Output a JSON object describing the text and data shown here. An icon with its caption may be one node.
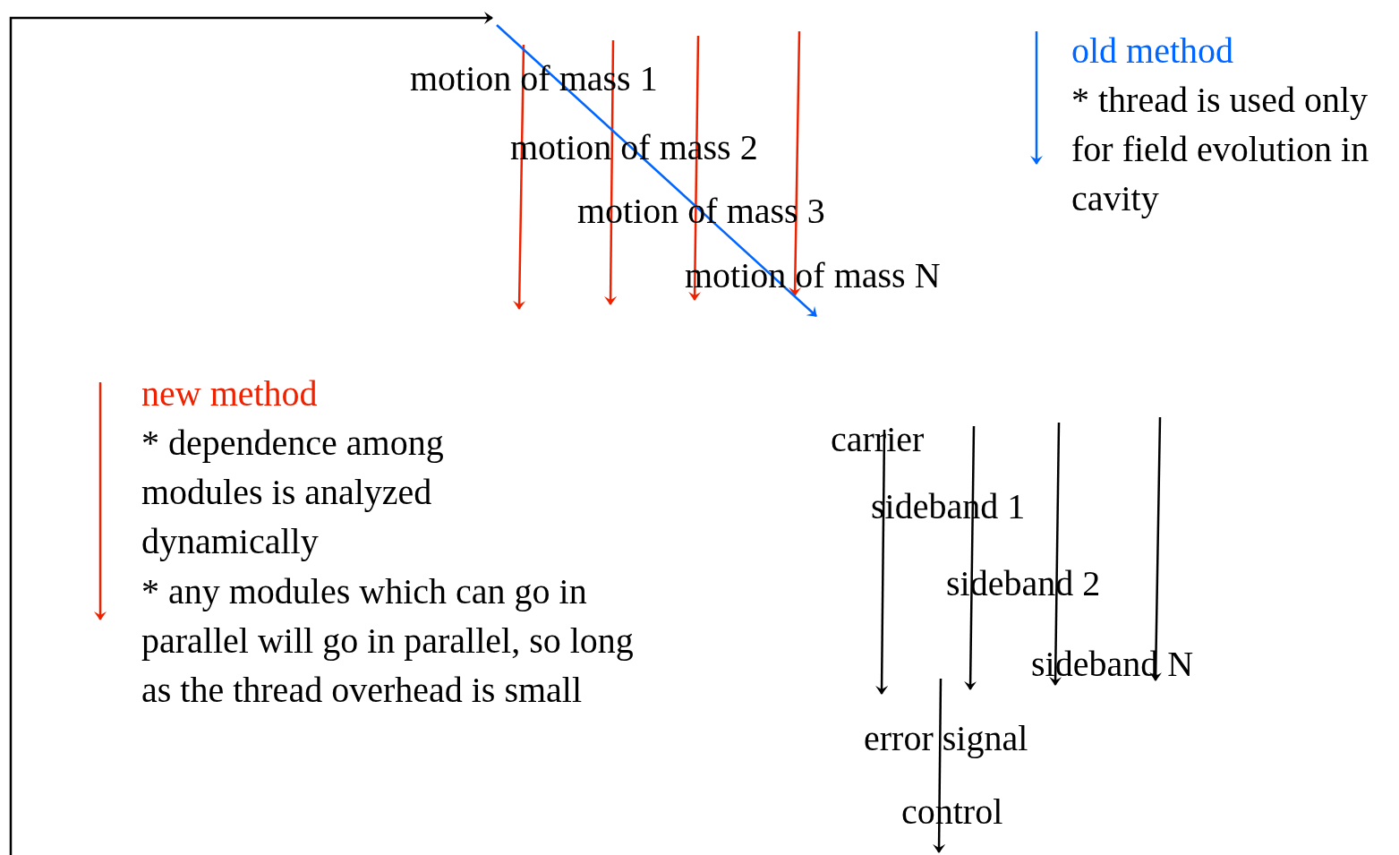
{
  "diagram": {
    "labels": [
      "motion of mass 1",
      "motion of mass 2",
      "motion of mass 3",
      "motion of mass N",
      "* thread is used only for field evolution in cavity",
      "* dependence among modules is analyzed dynamically",
      "* any modules which can go in parallel will go in parallel, so long as the thread overhead is small",
      "carrier",
      "sideband 1",
      "sideband 2",
      "sideband N",
      "error signal",
      "control"
    ],
    "legend": [
      {
        "text": "old method"
      },
      {
        "text": "new method"
      }
    ]
  }
}
